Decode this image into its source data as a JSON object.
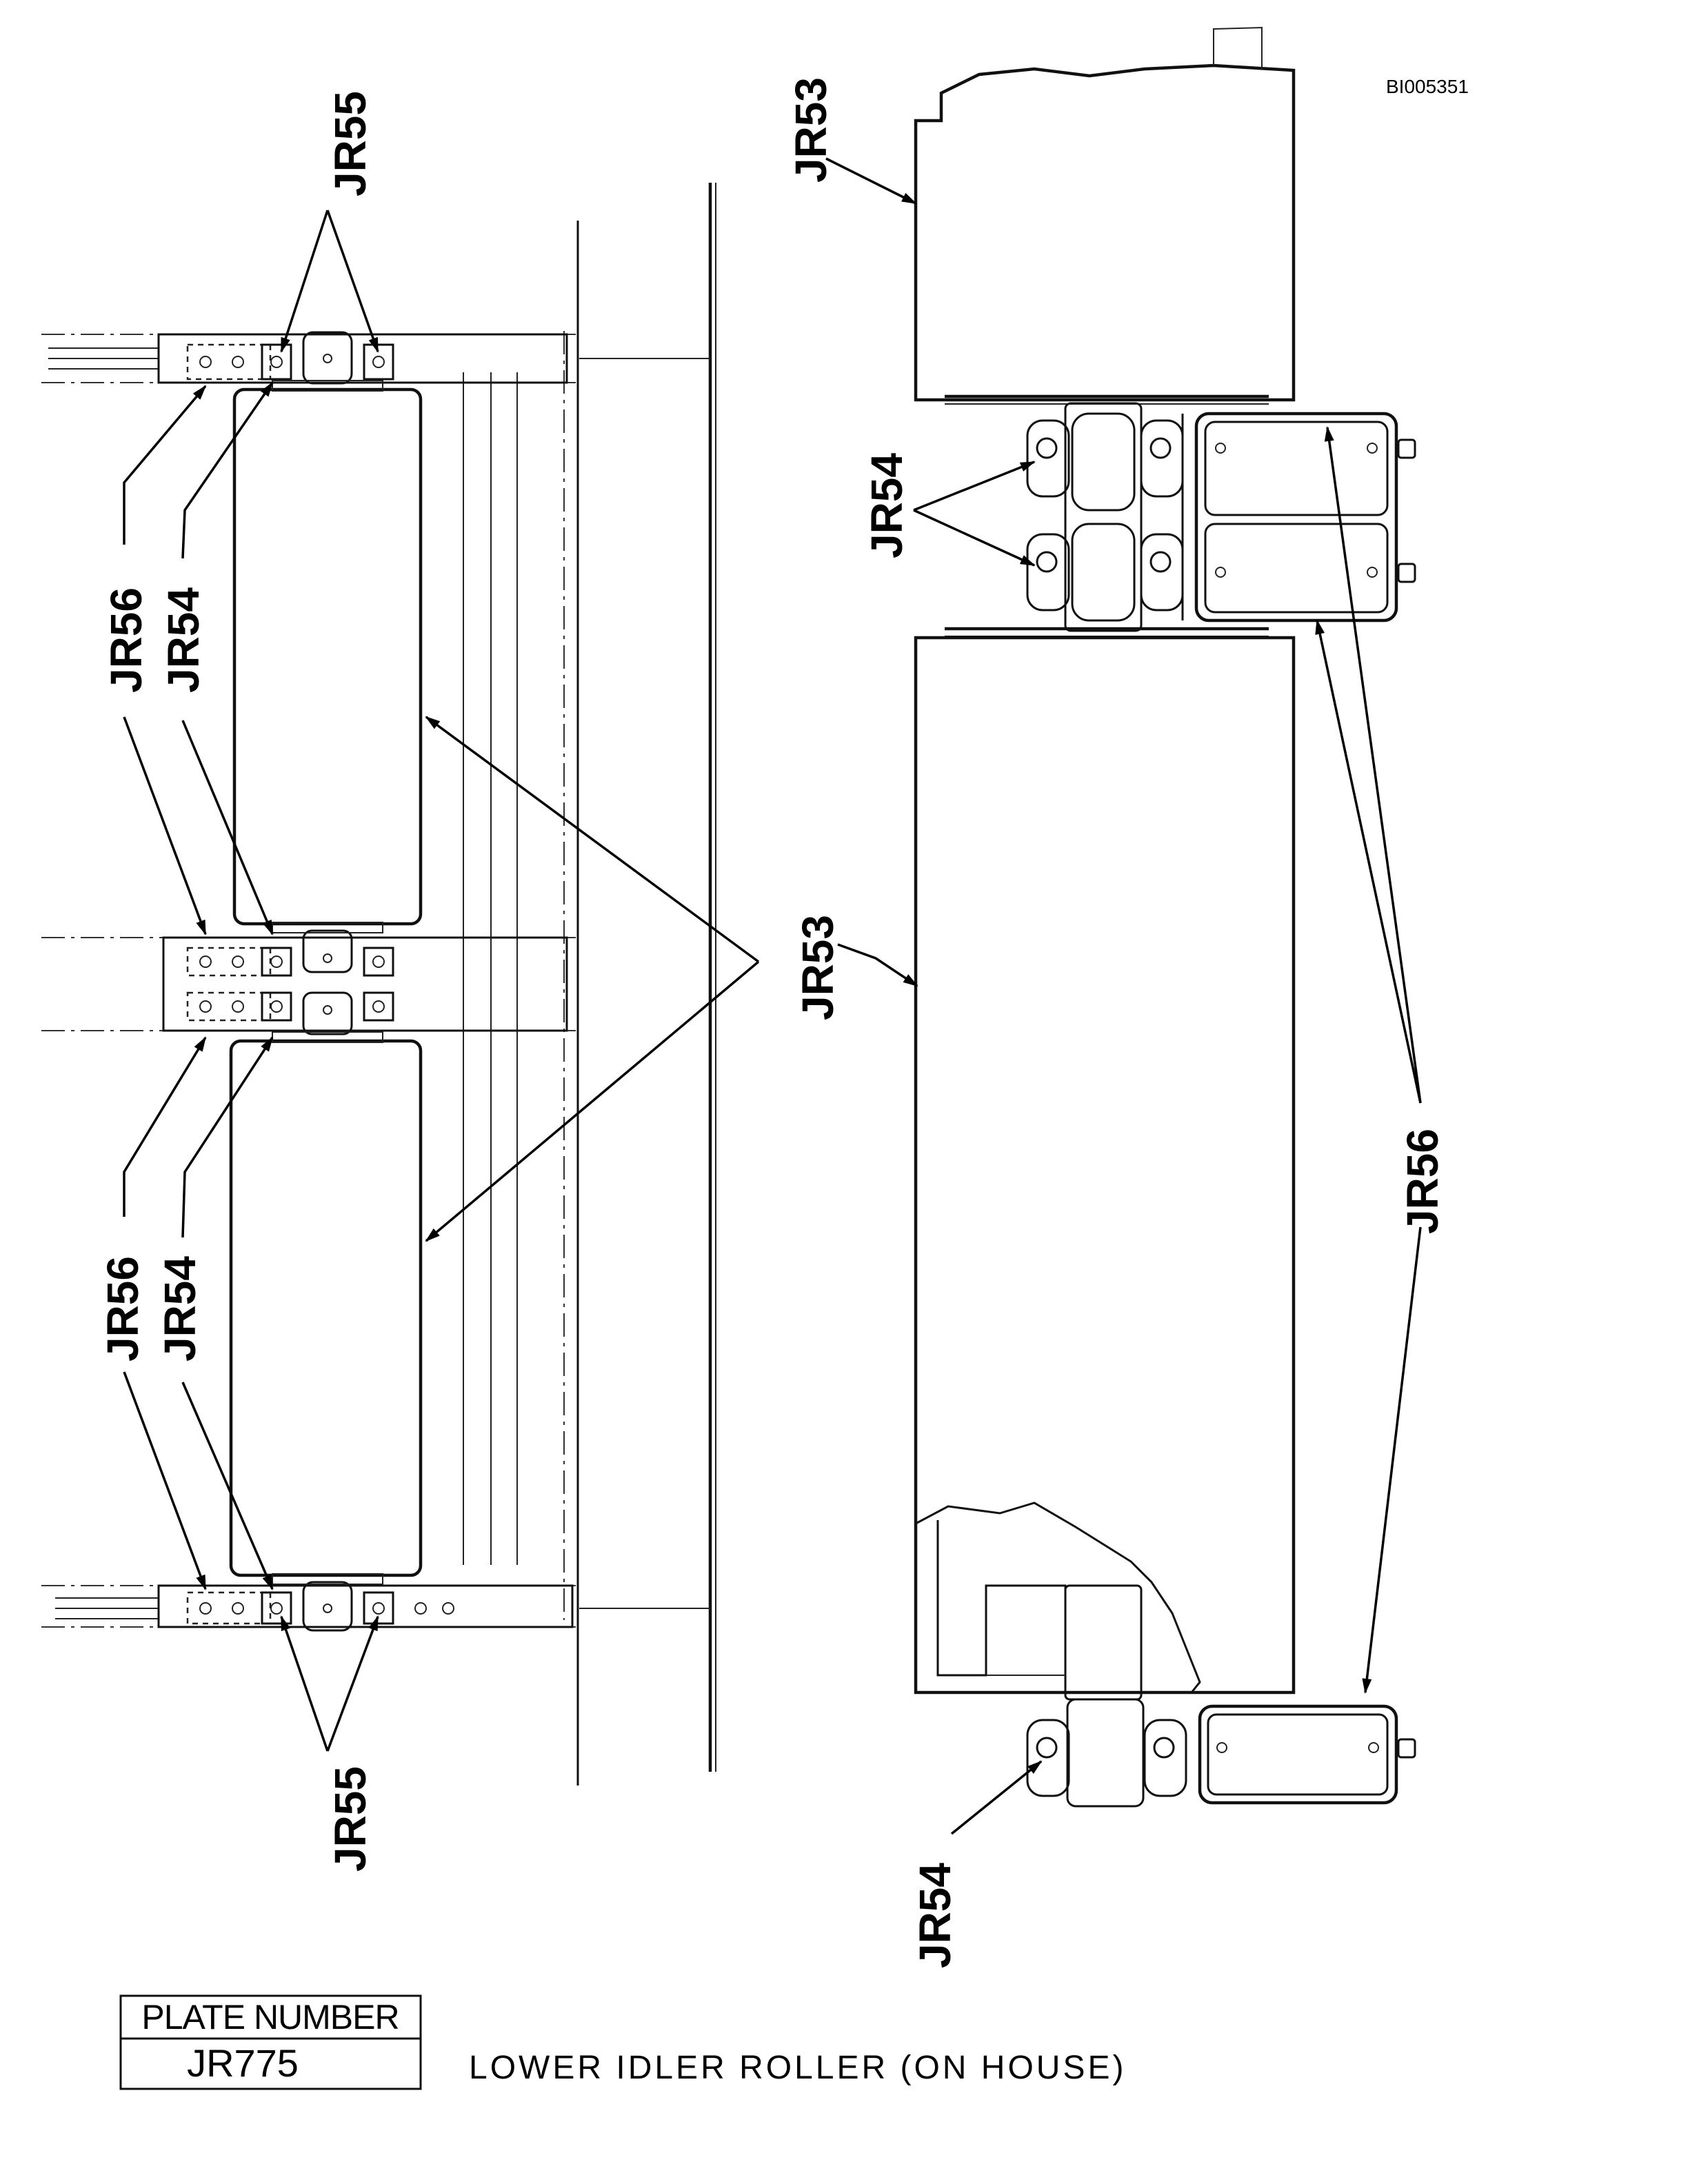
{
  "document_id": "BI005351",
  "labels": {
    "jr53": "JR53",
    "jr54": "JR54",
    "jr55": "JR55",
    "jr56": "JR56"
  },
  "plate": {
    "header": "PLATE NUMBER",
    "number": "JR775"
  },
  "caption": "LOWER IDLER ROLLER (ON HOUSE)"
}
